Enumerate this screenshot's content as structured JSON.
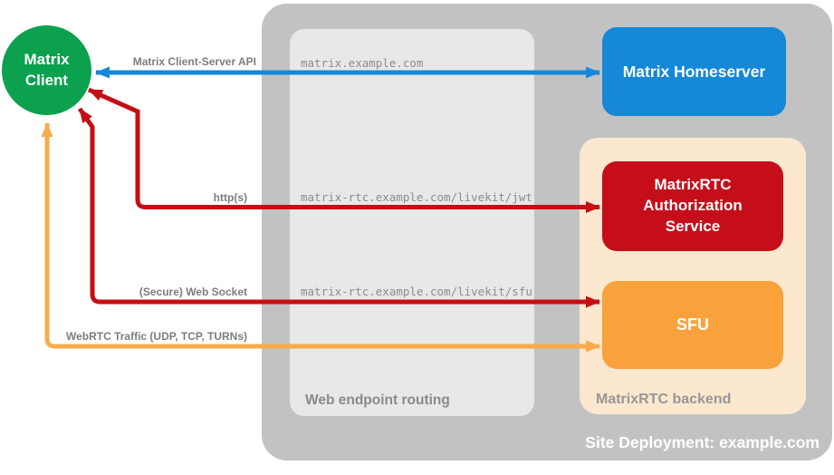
{
  "diagram": {
    "site_label": "Site Deployment: example.com",
    "nodes": {
      "client": "Matrix Client",
      "homeserver": "Matrix Homeserver",
      "auth": "MatrixRTC Authorization Service",
      "sfu": "SFU"
    },
    "containers": {
      "routing": "Web endpoint routing",
      "backend": "MatrixRTC backend"
    },
    "endpoints": {
      "homeserver": "matrix.example.com",
      "jwt": "matrix-rtc.example.com/livekit/jwt",
      "sfu": "matrix-rtc.example.com/livekit/sfu"
    },
    "connections": {
      "api": "Matrix Client-Server API",
      "http": "http(s)",
      "websocket": "(Secure) Web Socket",
      "webrtc": "WebRTC Traffic (UDP, TCP, TURNs)"
    },
    "colors": {
      "client_green": "#0ba14f",
      "homeserver_blue": "#1588d8",
      "auth_red": "#c60e1a",
      "sfu_orange": "#f9a23c",
      "arrow_blue": "#1588d8",
      "arrow_red": "#c60e14",
      "arrow_orange": "#f7ab4c",
      "outer_gray": "#c2c2c2",
      "routing_gray": "#e8e8e8",
      "backend_peach": "#fce7cf"
    }
  }
}
